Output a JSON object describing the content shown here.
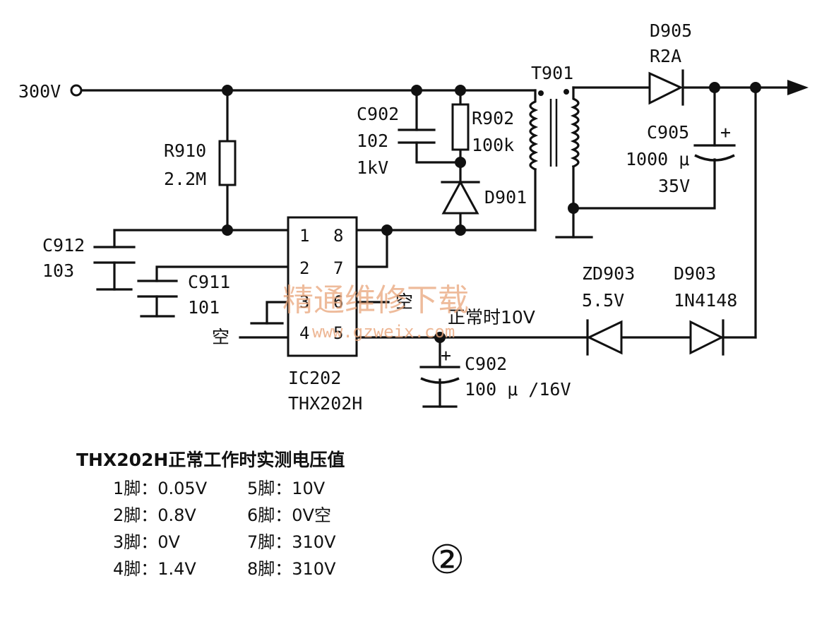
{
  "labels": {
    "input_300v": "300V",
    "r910_name": "R910",
    "r910_value": "2.2M",
    "c902a_name": "C902",
    "c902a_value": "102",
    "c902a_rating": "1kV",
    "r902_name": "R902",
    "r902_value": "100k",
    "d901_name": "D901",
    "t901_name": "T901",
    "d905_name": "D905",
    "d905_value": "R2A",
    "c905_name": "C905",
    "c905_value": "1000 μ",
    "c905_rating": "35V",
    "c905_plus": "+",
    "c912_name": "C912",
    "c912_value": "103",
    "c911_name": "C911",
    "c911_value": "101",
    "zd903_name": "ZD903",
    "zd903_value": "5.5V",
    "d903_name": "D903",
    "d903_value": "1N4148",
    "pin5_note": "正常时10V",
    "c902b_name": "C902",
    "c902b_value": "100 μ /16V",
    "c902b_plus": "+",
    "ic_name": "IC202",
    "ic_part": "THX202H",
    "nc_pin6": "空",
    "nc_pin4": "空",
    "pins": [
      "1",
      "2",
      "3",
      "4",
      "5",
      "6",
      "7",
      "8"
    ]
  },
  "watermark": {
    "cn": "精通维修下载",
    "url": "www.gzweix.com"
  },
  "table": {
    "title": "THX202H正常工作时实测电压值",
    "rows": [
      [
        "1脚：0.05V",
        "5脚：10V"
      ],
      [
        "2脚：0.8V",
        "6脚：0V空"
      ],
      [
        "3脚：0V",
        "7脚：310V"
      ],
      [
        "4脚：1.4V",
        "8脚：310V"
      ]
    ]
  },
  "figure_number": "②"
}
